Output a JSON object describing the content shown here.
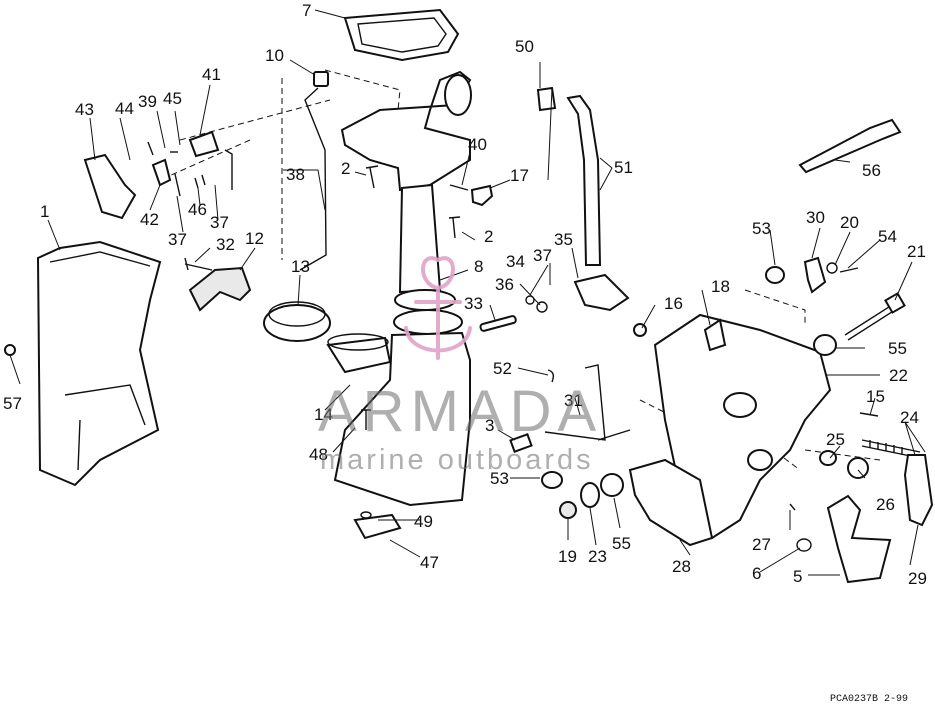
{
  "diagram": {
    "callouts": [
      "1",
      "2",
      "2",
      "3",
      "5",
      "6",
      "7",
      "8",
      "10",
      "12",
      "13",
      "14",
      "15",
      "16",
      "17",
      "18",
      "19",
      "20",
      "21",
      "22",
      "23",
      "24",
      "25",
      "26",
      "27",
      "28",
      "29",
      "30",
      "31",
      "32",
      "33",
      "34",
      "35",
      "36",
      "37",
      "37",
      "37",
      "38",
      "39",
      "40",
      "41",
      "42",
      "43",
      "44",
      "45",
      "46",
      "47",
      "48",
      "49",
      "50",
      "51",
      "52",
      "53",
      "53",
      "54",
      "55",
      "55",
      "56",
      "57"
    ],
    "drawing_code": "PCA0237B   2-99",
    "watermark": {
      "brand": "ARMADA",
      "subtitle": "marine outboards",
      "color": "#e0a3c6"
    }
  }
}
